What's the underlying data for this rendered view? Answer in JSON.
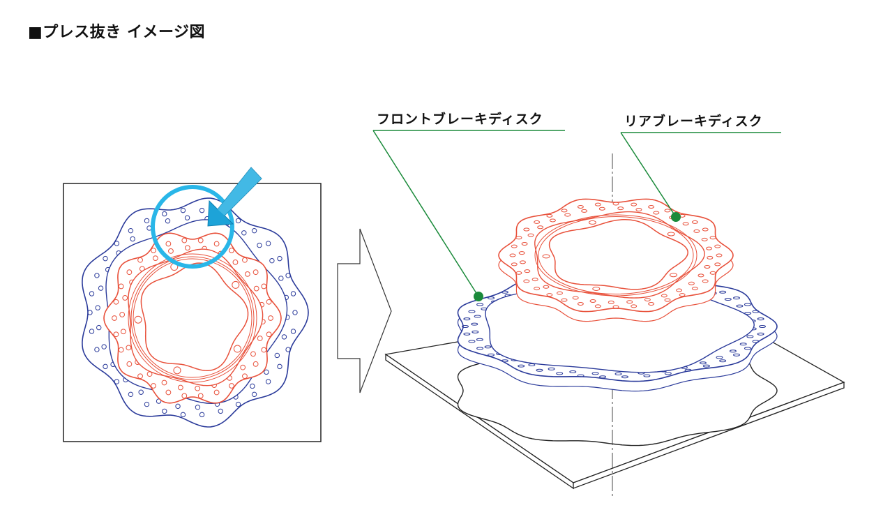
{
  "page": {
    "title": "■プレス抜き イメージ図"
  },
  "callouts": {
    "front": "フロントブレーキディスク",
    "rear": "リアブレーキディスク"
  },
  "colors": {
    "front_disc": "#2a3a9a",
    "rear_disc": "#e8503a",
    "leader_line": "#1a8a3a",
    "highlight": "#29b6e8",
    "outline": "#222222"
  }
}
